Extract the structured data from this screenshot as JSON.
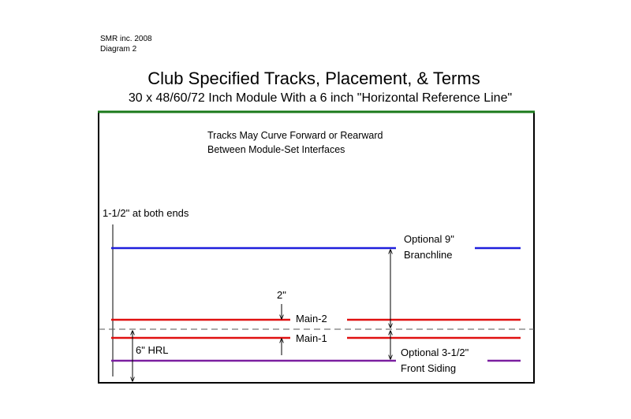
{
  "header": {
    "credit": "SMR inc. 2008",
    "diagram_number": "Diagram 2",
    "title": "Club Specified Tracks, Placement, & Terms",
    "subtitle": "30 x 48/60/72 Inch Module With a 6 inch \"Horizontal Reference Line\""
  },
  "diagram": {
    "note_line1": "Tracks May Curve Forward or Rearward",
    "note_line2": "Between Module-Set Interfaces",
    "end_spacing_label": "1-1/2\" at both ends",
    "branchline_label_line1": "Optional 9\"",
    "branchline_label_line2": "Branchline",
    "spacing_label": "2\"",
    "main2_label": "Main-2",
    "main1_label": "Main-1",
    "hrl_label": "6\" HRL",
    "siding_label_line1": "Optional 3-1/2\"",
    "siding_label_line2": "Front Siding"
  },
  "colors": {
    "module_top_edge": "#1a7a1a",
    "branchline": "#1f1fdc",
    "mainline": "#e01010",
    "front_siding": "#7a1fa0",
    "reference_line": "#555555"
  }
}
